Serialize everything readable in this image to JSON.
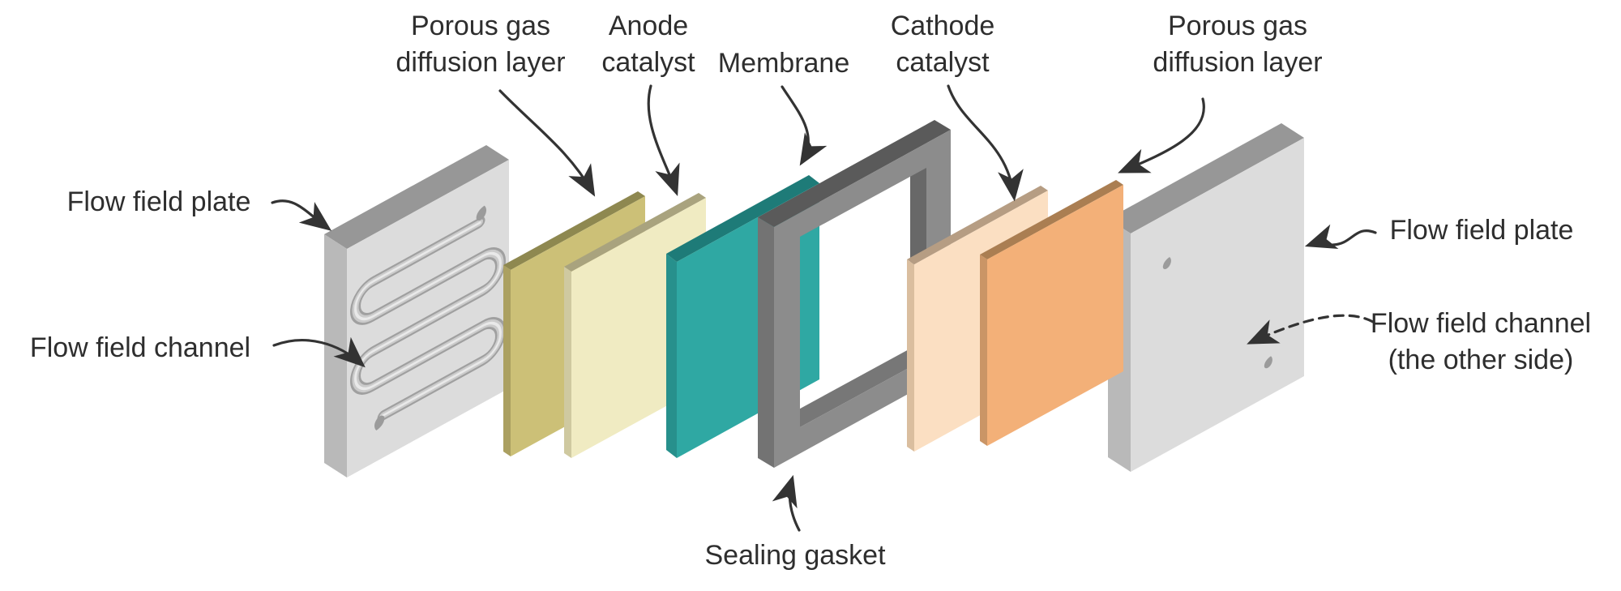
{
  "diagram": {
    "background": "#ffffff",
    "text_color": "#2e2e2e",
    "arrow_color": "#333333"
  },
  "labels": {
    "flow_field_plate_left": [
      "Flow field plate"
    ],
    "flow_field_channel_left": [
      "Flow field channel"
    ],
    "porous_gdl_anode": [
      "Porous gas",
      "diffusion layer"
    ],
    "anode_catalyst": [
      "Anode",
      "catalyst"
    ],
    "membrane": [
      "Membrane"
    ],
    "cathode_catalyst": [
      "Cathode",
      "catalyst"
    ],
    "porous_gdl_cathode": [
      "Porous gas",
      "diffusion layer"
    ],
    "flow_field_plate_right": [
      "Flow field plate"
    ],
    "flow_field_channel_right": [
      "Flow field channel",
      "(the other side)"
    ],
    "sealing_gasket": [
      "Sealing gasket"
    ]
  },
  "layers": {
    "plate_left": {
      "label": "Flow field plate",
      "front": "#dcdcdc",
      "top": "#979797",
      "side": "#b9b9b9"
    },
    "gdl_anode": {
      "label": "Porous gas diffusion layer",
      "front": "#ccc077",
      "top": "#8e8850",
      "side": "#aba061"
    },
    "catalyst_anode": {
      "label": "Anode catalyst",
      "front": "#f0ebc2",
      "top": "#a9a37e",
      "side": "#cfc9a0"
    },
    "membrane": {
      "label": "Membrane",
      "front": "#2fa8a3",
      "top": "#1e7b78",
      "side": "#27908c"
    },
    "gasket": {
      "label": "Sealing gasket",
      "front": "#8c8c8c",
      "top": "#5a5a5a",
      "side": "#737373",
      "inner_bottom": "#777777",
      "inner_right": "#686868"
    },
    "catalyst_cathode": {
      "label": "Cathode catalyst",
      "front": "#fbdfc2",
      "top": "#b69d83",
      "side": "#dabe9f"
    },
    "gdl_cathode": {
      "label": "Porous gas diffusion layer",
      "front": "#f3b078",
      "top": "#aa7e52",
      "side": "#ca9566"
    },
    "plate_right": {
      "label": "Flow field plate",
      "front": "#dcdcdc",
      "top": "#979797",
      "side": "#b9b9b9"
    },
    "channel": {
      "groove_dark": "#a0a0a0",
      "groove_mid": "#cbcbcb",
      "groove_light": "#e9e9e9",
      "hole": "#9b9b9b"
    }
  }
}
